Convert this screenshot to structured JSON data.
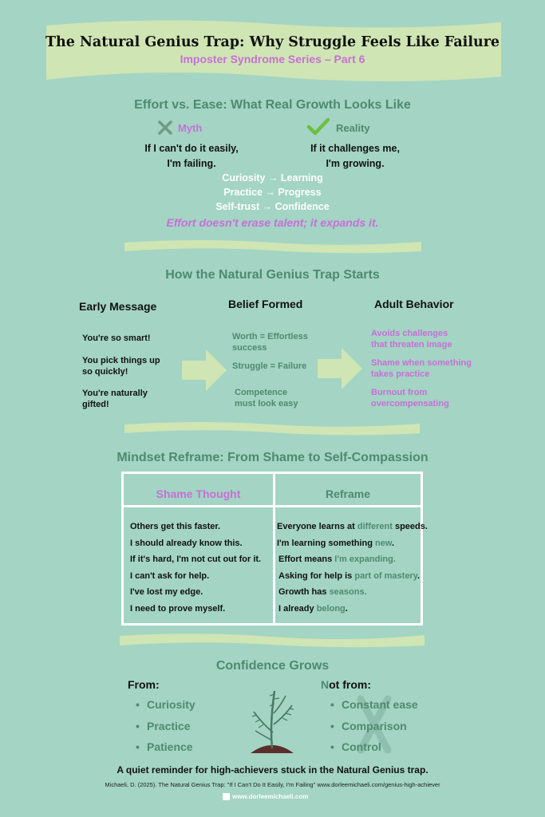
{
  "header": {
    "title": "The Natural Genius Trap: Why Struggle Feels Like Failure",
    "subtitle": "Imposter Syndrome Series – Part 6"
  },
  "effort_section": {
    "heading": "Effort vs. Ease: What Real Growth Looks Like",
    "myth_label": "Myth",
    "myth_text_1": "If I can't do it easily,",
    "myth_text_2": "I'm failing.",
    "reality_label": "Reality",
    "reality_text_1": "If it challenges me,",
    "reality_text_2": "I'm growing.",
    "pairs": [
      "Curiosity → Learning",
      "Practice → Progress",
      "Self-trust → Confidence"
    ],
    "tagline": "Effort doesn't erase talent; it expands it."
  },
  "trap_section": {
    "heading": "How the Natural Genius Trap Starts",
    "col1_heading": "Early Message",
    "col2_heading": "Belief Formed",
    "col3_heading": "Adult Behavior",
    "messages": [
      {
        "line1": "You're so smart!",
        "line2": ""
      },
      {
        "line1": "You pick things up",
        "line2": "so quickly!"
      },
      {
        "line1": "You're naturally",
        "line2": "gifted!"
      }
    ],
    "beliefs": [
      {
        "line1": "Worth = Effortless",
        "line2": "success"
      },
      {
        "line1": "Struggle = Failure",
        "line2": ""
      },
      {
        "line1": "Competence",
        "line2": "must look easy"
      }
    ],
    "behaviors": [
      {
        "line1": "Avoids challenges",
        "line2": "that threaten image"
      },
      {
        "line1": "Shame when something",
        "line2": "takes practice"
      },
      {
        "line1": "Burnout from",
        "line2": "overcompensating"
      }
    ]
  },
  "reframe_section": {
    "heading": "Mindset Reframe: From Shame to Self-Compassion",
    "left_header": "Shame Thought",
    "right_header": "Reframe",
    "shame_thoughts": [
      "Others get this faster.",
      "I should already know this.",
      "If it's hard, I'm not cut out for it.",
      "I can't ask for help.",
      "I've lost my edge.",
      "I need to prove myself."
    ],
    "reframes": [
      {
        "pre": "Everyone learns at ",
        "hl": "different",
        "post": " speeds."
      },
      {
        "pre": "I'm learning something ",
        "hl": "new",
        "post": "."
      },
      {
        "pre": "Effort means ",
        "hl": "I'm expanding.",
        "post": ""
      },
      {
        "pre": "Asking for help is ",
        "hl": "part of mastery",
        "post": "."
      },
      {
        "pre": "Growth has ",
        "hl": "seasons.",
        "post": ""
      },
      {
        "pre": "I already ",
        "hl": "belong",
        "post": "."
      }
    ]
  },
  "confidence_section": {
    "heading": "Confidence Grows",
    "from_label": "From:",
    "not_from_first": "N",
    "not_from_rest": "ot from:",
    "from_items": [
      "Curiosity",
      "Practice",
      "Patience"
    ],
    "not_from_items": [
      "Constant ease",
      "Comparison",
      "Control"
    ],
    "footer_line": "A quiet reminder for high-achievers stuck in the Natural Genius trap.",
    "citation": "Michaeli, D. (2025). The Natural Genius Trap: \"If I Can't Do It Easily, I'm Failing\" www.dorleemichaeli.com/genius-high-achiever",
    "website": "www.dorleemichaeli.com"
  },
  "colors": {
    "background": "#a3d4c4",
    "banner": "#cfe5b3",
    "green_text": "#4e8a6f",
    "pink_text": "#c86fd8"
  }
}
